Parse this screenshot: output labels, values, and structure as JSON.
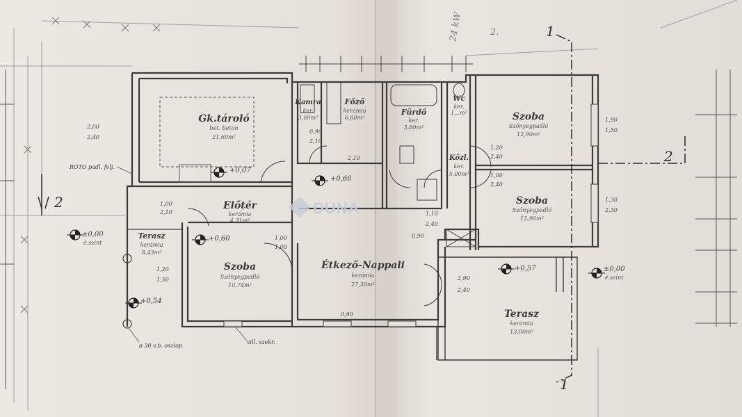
{
  "plan": {
    "rooms": [
      {
        "id": "gk",
        "name": "Gk.tároló",
        "finish": "bet. beton",
        "area": "21,60m²"
      },
      {
        "id": "kamra",
        "name": "Kamra",
        "finish": "ker.",
        "area": "3,60m²"
      },
      {
        "id": "fozo",
        "name": "Főző",
        "finish": "kerámia",
        "area": "6,60m²"
      },
      {
        "id": "furdo",
        "name": "Fürdő",
        "finish": "ker.",
        "area": "5,80m²"
      },
      {
        "id": "wc",
        "name": "Wc",
        "finish": "ker.",
        "area": "1,..m²"
      },
      {
        "id": "szoba1",
        "name": "Szoba",
        "finish": "Szőnyegpadló",
        "area": "12,90m²"
      },
      {
        "id": "kozl",
        "name": "Közl.",
        "finish": "ker.",
        "area": "5,00m²"
      },
      {
        "id": "szoba2",
        "name": "Szoba",
        "finish": "Szőnyegpadló",
        "area": "12,90m²"
      },
      {
        "id": "eloter",
        "name": "Előtér",
        "finish": "kerámia",
        "area": "4,31m²"
      },
      {
        "id": "terasz1",
        "name": "Terasz",
        "finish": "kerámia",
        "area": "8,43m²"
      },
      {
        "id": "szoba3",
        "name": "Szoba",
        "finish": "Szőnyegpadló",
        "area": "10,74m²"
      },
      {
        "id": "etkezo",
        "name": "Étkező-Nappali",
        "finish": "kerámia",
        "area": "27,30m²"
      },
      {
        "id": "terasz2",
        "name": "Terasz",
        "finish": "kerámia",
        "area": "13,00m²"
      }
    ],
    "levels": [
      "+0,07",
      "+0,60",
      "±0,00",
      "+0,60",
      "+0,57",
      "±0,00",
      "+0,54"
    ],
    "level_notes": [
      "±0,00",
      "é.szint",
      "±0,00",
      "é.szint"
    ],
    "notes": [
      "ROTO padl. felj.",
      "ø 30 v.b. oszlop",
      "vill. szekr."
    ],
    "section_marks": [
      "1",
      "1",
      "2",
      "2"
    ],
    "dims": [
      "2,00",
      "2,40",
      "1,00",
      "2,10",
      "1,20",
      "1,50",
      "1,90",
      "1,50",
      "1,30",
      "2,30",
      "2,90",
      "2,40",
      "1,10",
      "2,40",
      "0,90",
      "1,20",
      "2,40",
      "1,00",
      "2,40",
      "0,90",
      "2,10",
      "0,90",
      "1,00",
      "1,00",
      "2,10"
    ],
    "pencil_notes": [
      "24 kW",
      "2."
    ],
    "watermark": "DUNA"
  }
}
